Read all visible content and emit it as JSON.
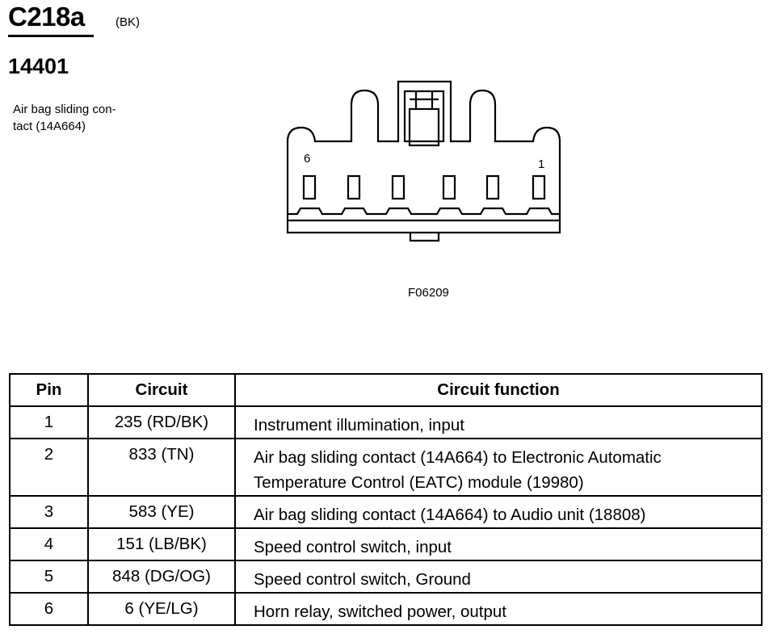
{
  "header": {
    "connector_id": "C218a",
    "connector_color": "(BK)",
    "part_number": "14401",
    "description": "Air bag sliding con-tact (14A664)",
    "description_line1": "Air bag sliding con-",
    "description_line2": "tact (14A664)"
  },
  "diagram": {
    "pin_label_left": "6",
    "pin_label_right": "1",
    "figure_code": "F06209"
  },
  "table": {
    "headers": {
      "pin": "Pin",
      "circuit": "Circuit",
      "function": "Circuit function"
    },
    "rows": [
      {
        "pin": "1",
        "circuit": "235 (RD/BK)",
        "function": "Instrument illumination, input"
      },
      {
        "pin": "2",
        "circuit": "833 (TN)",
        "function_line1": "Air bag sliding contact (14A664) to Electronic Automatic",
        "function_line2": "Temperature Control (EATC) module (19980)"
      },
      {
        "pin": "3",
        "circuit": "583 (YE)",
        "function": "Air bag sliding contact (14A664) to Audio unit (18808)"
      },
      {
        "pin": "4",
        "circuit": "151 (LB/BK)",
        "function": "Speed control switch, input"
      },
      {
        "pin": "5",
        "circuit": "848 (DG/OG)",
        "function": "Speed control switch, Ground"
      },
      {
        "pin": "6",
        "circuit": "6 (YE/LG)",
        "function": "Horn relay, switched power, output"
      }
    ]
  }
}
